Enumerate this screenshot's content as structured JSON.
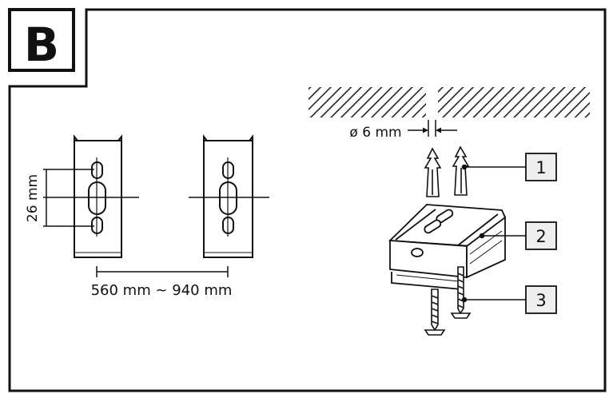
{
  "panel": {
    "letter": "B"
  },
  "dimensions": {
    "hole_spacing": "26 mm",
    "bracket_spacing": "560 mm ~ 940 mm",
    "drill_diameter": "ø 6 mm"
  },
  "callouts": [
    {
      "number": "1",
      "part": "wall plug"
    },
    {
      "number": "2",
      "part": "mounting bracket"
    },
    {
      "number": "3",
      "part": "screw"
    }
  ],
  "colors": {
    "line": "#111111",
    "background": "#ffffff",
    "callout_fill": "#eeeeee"
  }
}
